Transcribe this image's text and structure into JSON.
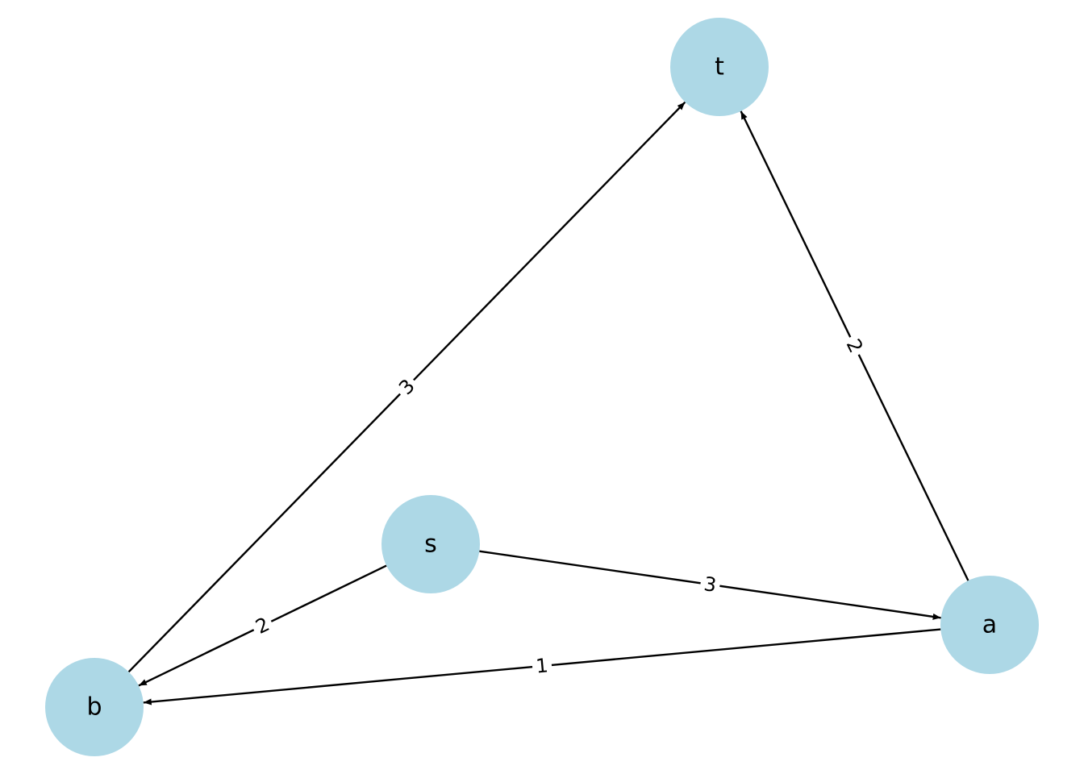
{
  "graph": {
    "directed": true,
    "node_color": "#add8e6",
    "edge_color": "#000000",
    "nodes": [
      {
        "id": "s",
        "label": "s"
      },
      {
        "id": "a",
        "label": "a"
      },
      {
        "id": "b",
        "label": "b"
      },
      {
        "id": "t",
        "label": "t"
      }
    ],
    "edges": [
      {
        "from": "s",
        "to": "a",
        "weight": "3"
      },
      {
        "from": "s",
        "to": "b",
        "weight": "2"
      },
      {
        "from": "a",
        "to": "b",
        "weight": "1"
      },
      {
        "from": "a",
        "to": "t",
        "weight": "2"
      },
      {
        "from": "b",
        "to": "t",
        "weight": "3"
      }
    ]
  }
}
